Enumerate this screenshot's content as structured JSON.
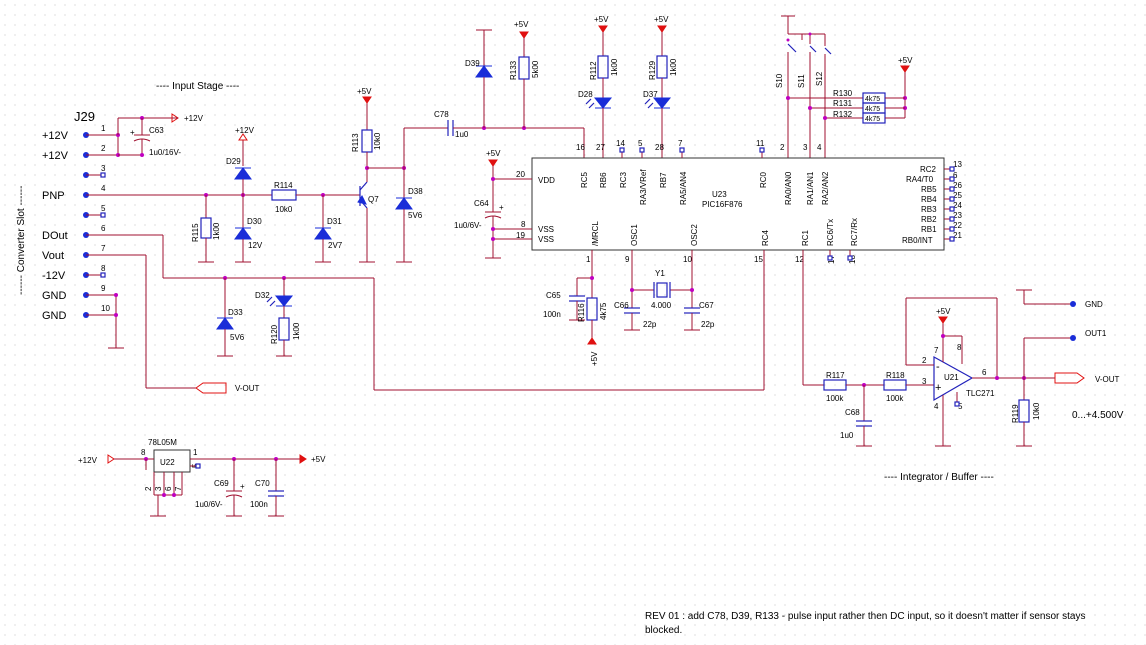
{
  "titles": {
    "input_stage": "---- Input Stage ----",
    "integrator": "---- Integrator / Buffer ----",
    "converter_slot": "------ Converter Slot ------"
  },
  "connector": {
    "ref": "J29",
    "pins": [
      {
        "label": "+12V",
        "num": "1"
      },
      {
        "label": "+12V",
        "num": "2"
      },
      {
        "label": "",
        "num": "3"
      },
      {
        "label": "PNP",
        "num": "4"
      },
      {
        "label": "",
        "num": "5"
      },
      {
        "label": "DOut",
        "num": "6"
      },
      {
        "label": "Vout",
        "num": "7"
      },
      {
        "label": "-12V",
        "num": "8"
      },
      {
        "label": "GND",
        "num": "9"
      },
      {
        "label": "GND",
        "num": "10"
      }
    ]
  },
  "power": {
    "p12": "+12V",
    "p5": "+5V",
    "vout_net": "V-OUT",
    "gnd": "GND",
    "out1": "OUT1"
  },
  "parts": {
    "C63": {
      "ref": "C63",
      "val": "1u0/16V-"
    },
    "D29": {
      "ref": "D29"
    },
    "R114": {
      "ref": "R114",
      "val": "10k0"
    },
    "R115": {
      "ref": "R115",
      "val": "1k00"
    },
    "D30": {
      "ref": "D30",
      "val": "12V"
    },
    "D31": {
      "ref": "D31",
      "val": "2V7"
    },
    "R113": {
      "ref": "R113",
      "val": "10k0"
    },
    "Q7": {
      "ref": "Q7"
    },
    "D38": {
      "ref": "D38",
      "val": "5V6"
    },
    "C78": {
      "ref": "C78",
      "val": "1u0"
    },
    "D39": {
      "ref": "D39"
    },
    "R133": {
      "ref": "R133",
      "val": "5k00"
    },
    "R112": {
      "ref": "R112",
      "val": "1k00"
    },
    "D28": {
      "ref": "D28"
    },
    "R129": {
      "ref": "R129",
      "val": "1k00"
    },
    "D37": {
      "ref": "D37"
    },
    "C64": {
      "ref": "C64",
      "val": "1u0/6V-"
    },
    "D32": {
      "ref": "D32"
    },
    "R120": {
      "ref": "R120",
      "val": "1k00"
    },
    "D33": {
      "ref": "D33",
      "val": "5V6"
    },
    "C65": {
      "ref": "C65",
      "val": "100n"
    },
    "R116": {
      "ref": "R116",
      "val": "4k75"
    },
    "C66": {
      "ref": "C66",
      "val": "22p"
    },
    "Y1": {
      "ref": "Y1",
      "val": "4.000"
    },
    "C67": {
      "ref": "C67",
      "val": "22p"
    },
    "U22": {
      "ref": "U22",
      "type": "78L05M"
    },
    "C69": {
      "ref": "C69",
      "val": "1u0/6V-"
    },
    "C70": {
      "ref": "C70",
      "val": "100n"
    },
    "S10": {
      "ref": "S10"
    },
    "S11": {
      "ref": "S11"
    },
    "S12": {
      "ref": "S12"
    },
    "R130": {
      "ref": "R130",
      "val": "4k75"
    },
    "R131": {
      "ref": "R131",
      "val": "4k75"
    },
    "R132": {
      "ref": "R132",
      "val": "4k75"
    },
    "R117": {
      "ref": "R117",
      "val": "100k"
    },
    "R118": {
      "ref": "R118",
      "val": "100k"
    },
    "C68": {
      "ref": "C68",
      "val": "1u0"
    },
    "U21": {
      "ref": "U21",
      "type": "TLC271"
    },
    "R119": {
      "ref": "R119",
      "val": "10k0"
    }
  },
  "mcu": {
    "ref": "U23",
    "type": "PIC16F876",
    "top_pins": [
      {
        "name": "RC5",
        "num": "16"
      },
      {
        "name": "RB6",
        "num": "27"
      },
      {
        "name": "RC3",
        "num": "14"
      },
      {
        "name": "RA3/VRef",
        "num": "5"
      },
      {
        "name": "RB7",
        "num": "28"
      },
      {
        "name": "RA5/AN4",
        "num": "7"
      },
      {
        "name": "RC0",
        "num": "11"
      },
      {
        "name": "RA0/AN0",
        "num": "2"
      },
      {
        "name": "RA1/AN1",
        "num": "3"
      },
      {
        "name": "RA2/AN2",
        "num": "4"
      }
    ],
    "left_pins": [
      {
        "name": "VDD",
        "num": "20"
      },
      {
        "name": "VSS",
        "num": "8"
      },
      {
        "name": "VSS",
        "num": "19"
      }
    ],
    "bottom_pins": [
      {
        "name": "/MRCL",
        "num": "1"
      },
      {
        "name": "OSC1",
        "num": "9"
      },
      {
        "name": "OSC2",
        "num": "10"
      },
      {
        "name": "RC4",
        "num": "15"
      },
      {
        "name": "RC1",
        "num": "12"
      },
      {
        "name": "RC6/Tx",
        "num": "17"
      },
      {
        "name": "RC7/Rx",
        "num": "18"
      }
    ],
    "right_pins": [
      {
        "name": "RC2",
        "num": "13"
      },
      {
        "name": "RA4/T0",
        "num": "6"
      },
      {
        "name": "RB5",
        "num": "26"
      },
      {
        "name": "RB4",
        "num": "25"
      },
      {
        "name": "RB3",
        "num": "24"
      },
      {
        "name": "RB2",
        "num": "23"
      },
      {
        "name": "RB1",
        "num": "22"
      },
      {
        "name": "RB0/INT",
        "num": "21"
      }
    ]
  },
  "opamp_pins": {
    "p2": "2",
    "p3": "3",
    "p4": "4",
    "p5": "5",
    "p6": "6",
    "p7": "7",
    "p8": "8",
    "minus": "-",
    "plus": "+"
  },
  "reg_pins": {
    "p8": "8",
    "p1": "1",
    "p2": "2",
    "p3": "3",
    "p6": "6",
    "p7": "7",
    "p5": "5"
  },
  "misc": {
    "range": "0...+4.500V"
  },
  "revision": {
    "line1": "REV 01 :  add C78, D39, R133 - pulse input rather then DC input, so it doesn't matter if sensor stays",
    "line2": "blocked."
  }
}
